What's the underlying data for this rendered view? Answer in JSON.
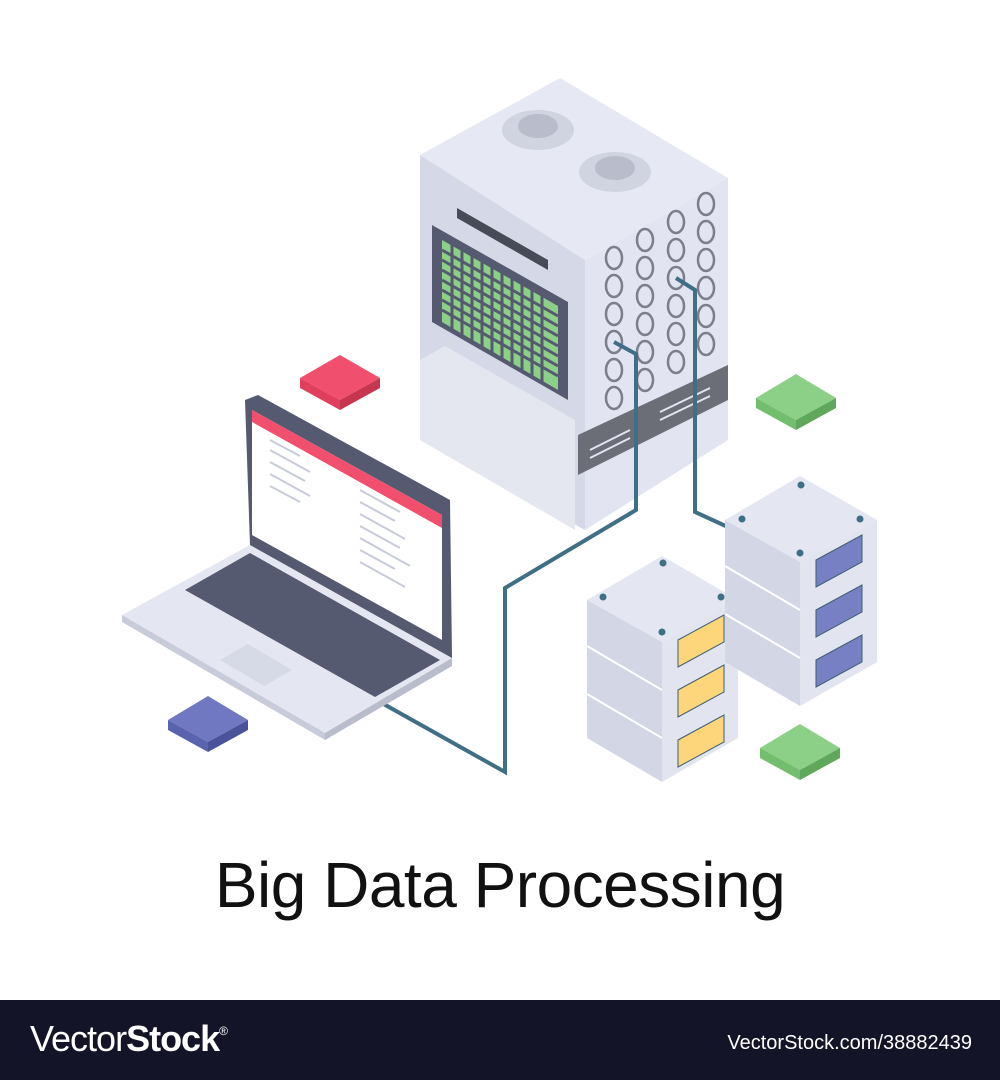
{
  "illustration": {
    "title": "Big Data Processing",
    "elements": [
      "mainframe-server",
      "laptop",
      "server-stack-yellow",
      "server-stack-blue",
      "red-tile",
      "green-tile-top",
      "green-tile-bottom",
      "blue-tile",
      "cables"
    ],
    "colors": {
      "body_light": "#e4e7f2",
      "body_mid": "#d3d6e4",
      "body_dark": "#c2c6d6",
      "screen_frame": "#565a70",
      "grid_green": "#8ccf86",
      "cable": "#3f6f86",
      "accent_red": "#f0506e",
      "accent_green": "#86c97e",
      "accent_blue": "#6670bb",
      "drive_yellow": "#fdd57b",
      "drive_blue": "#7880c4",
      "stripe": "#6b6d77"
    }
  },
  "footer": {
    "brand_light": "Vector",
    "brand_bold": "Stock",
    "brand_mark": "®",
    "reference": "VectorStock.com/38882439"
  }
}
